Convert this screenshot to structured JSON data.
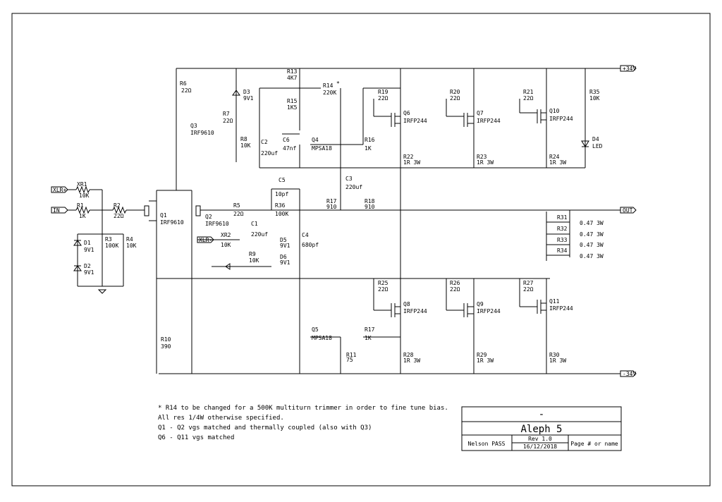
{
  "nets": {
    "pos": "+34V",
    "neg": "-34V",
    "in": "IN",
    "out": "OUT",
    "xlr_in": "XLR+",
    "xlr_fb": "XLR-"
  },
  "components": {
    "R1": [
      "R1",
      "1K"
    ],
    "XR1": [
      "XR1",
      "10K"
    ],
    "R2": [
      "R2",
      "22Ω"
    ],
    "R3": [
      "R3",
      "100K"
    ],
    "R4": [
      "R4",
      "10K"
    ],
    "D1": [
      "D1",
      "9V1"
    ],
    "D2": [
      "D2",
      "9V1"
    ],
    "Q1": [
      "Q1",
      "IRF9610"
    ],
    "Q2": [
      "Q2",
      "IRF9610"
    ],
    "Q3": [
      "Q3",
      "IRF9610"
    ],
    "R5": [
      "R5",
      "22Ω"
    ],
    "R6": [
      "R6",
      "22Ω"
    ],
    "R7": [
      "R7",
      "22Ω"
    ],
    "R8": [
      "R8",
      "10K"
    ],
    "R9": [
      "R9",
      "10K"
    ],
    "R10": [
      "R10",
      "390"
    ],
    "R11": [
      "R11",
      "75"
    ],
    "R13": [
      "R13",
      "4K7"
    ],
    "R14": [
      "R14",
      "220K"
    ],
    "R15": [
      "R15",
      "1K5"
    ],
    "R16": [
      "R16",
      "1K"
    ],
    "R17": [
      "R17",
      "1K"
    ],
    "R17b": [
      "R17",
      "910"
    ],
    "R18": [
      "R18",
      "910"
    ],
    "R36": [
      "R36",
      "100K"
    ],
    "XR2": [
      "XR2",
      "10K"
    ],
    "D3": [
      "D3",
      "9V1"
    ],
    "D5": [
      "D5",
      "9V1"
    ],
    "D6": [
      "D6",
      "9V1"
    ],
    "D4": [
      "D4",
      "LED"
    ],
    "R35": [
      "R35",
      "10K"
    ],
    "C1": [
      "C1",
      "220uf"
    ],
    "C2": [
      "C2",
      "220uf"
    ],
    "C3": [
      "C3",
      "220uf"
    ],
    "C4": [
      "C4",
      "680pf"
    ],
    "C5": [
      "C5",
      "10pf"
    ],
    "C6": [
      "C6",
      "47nf"
    ],
    "Q4": [
      "Q4",
      "MPSA18"
    ],
    "Q5": [
      "Q5",
      "MPSA18"
    ],
    "Q6": [
      "Q6",
      "IRFP244"
    ],
    "Q7": [
      "Q7",
      "IRFP244"
    ],
    "Q8": [
      "Q8",
      "IRFP244"
    ],
    "Q9": [
      "Q9",
      "IRFP244"
    ],
    "Q10": [
      "Q10",
      "IRFP244"
    ],
    "Q11": [
      "Q11",
      "IRFP244"
    ],
    "R19": [
      "R19",
      "22Ω"
    ],
    "R20": [
      "R20",
      "22Ω"
    ],
    "R21": [
      "R21",
      "22Ω"
    ],
    "R25": [
      "R25",
      "22Ω"
    ],
    "R26": [
      "R26",
      "22Ω"
    ],
    "R27": [
      "R27",
      "22Ω"
    ],
    "R22": [
      "R22",
      "1R 3W"
    ],
    "R23": [
      "R23",
      "1R 3W"
    ],
    "R24": [
      "R24",
      "1R 3W"
    ],
    "R28": [
      "R28",
      "1R 3W"
    ],
    "R29": [
      "R29",
      "1R 3W"
    ],
    "R30": [
      "R30",
      "1R 3W"
    ],
    "R31": [
      "R31",
      "0.47 3W"
    ],
    "R32": [
      "R32",
      "0.47 3W"
    ],
    "R33": [
      "R33",
      "0.47 3W"
    ],
    "R34": [
      "R34",
      "0.47 3W"
    ]
  },
  "star": "*",
  "notes": [
    "* R14 to be changed for a 500K multiturn trimmer in order to fine tune bias.",
    "All res 1/4W otherwise specified.",
    "Q1 - Q2 vgs matched and thermally coupled (also with Q3)",
    "Q6 - Q11 vgs matched"
  ],
  "title_block": {
    "top": "-",
    "title": "Aleph 5",
    "author": "Nelson PASS",
    "rev": "Rev 1.0",
    "date": "16/12/2018",
    "page": "Page # or name"
  }
}
